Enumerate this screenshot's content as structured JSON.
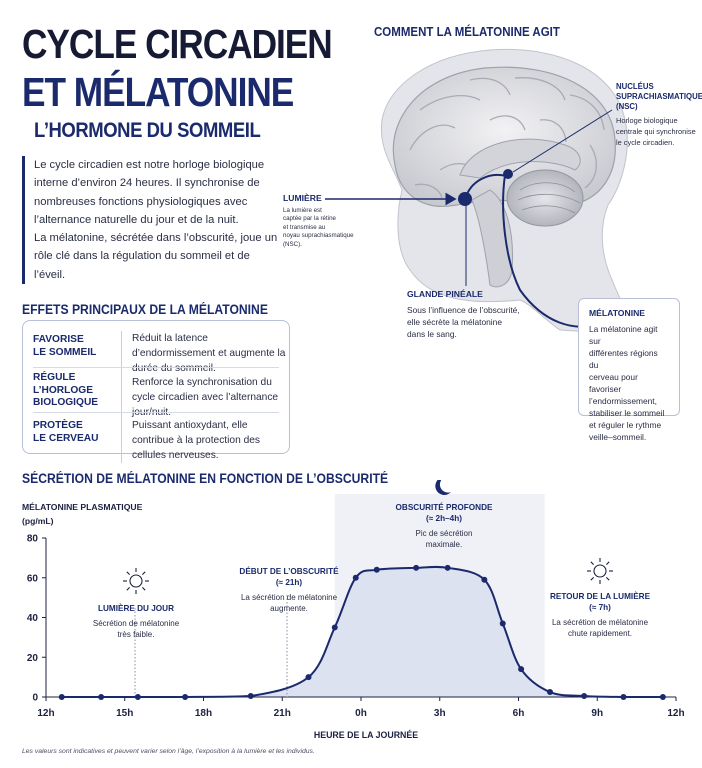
{
  "header": {
    "title_line1": "CYCLE CIRCADIEN",
    "title_line2": "ET MÉLATONINE",
    "subtitle": "L’HORMONE DU SOMMEIL"
  },
  "intro": {
    "paragraph1": "Le cycle circadien est notre horloge biologique interne d’environ 24 heures. Il synchronise de nombreuses fonctions physiologiques avec l’alternance naturelle du jour et de la nuit.",
    "paragraph2": "La mélatonine, sécrétée dans l’obscurité, joue un rôle clé dans la régulation du sommeil et de l’éveil."
  },
  "effects": {
    "title": "EFFETS PRINCIPAUX DE LA MÉLATONINE",
    "items": [
      {
        "key": "FAVORISE\nLE SOMMEIL",
        "value": "Réduit la latence d’endormissement et augmente la durée du sommeil."
      },
      {
        "key": "RÉGULE\nL’HORLOGE\nBIOLOGIQUE",
        "value": "Renforce la synchronisation du cycle circadien avec l’alternance jour/nuit."
      },
      {
        "key": "PROTÈGE\nLE CERVEAU",
        "value": "Puissant antioxydant, elle contribue à la protection des cellules nerveuses."
      }
    ]
  },
  "brain": {
    "title": "COMMENT LA MÉLATONINE AGIT",
    "nsc": {
      "heading": "NUCLÉUS\nSUPRACHIASMATIQUE\n(NSC)",
      "text": "Horloge biologique\ncentrale qui synchronise\nle cycle circadien."
    },
    "lumiere": {
      "heading": "LUMIÈRE",
      "text": "La lumière est\ncaptée par la rétine\net transmise au\nnoyau suprachiasmatique\n(NSC)."
    },
    "pineale": {
      "heading": "GLANDE PINÉALE",
      "text": "Sous l’influence de l’obscurité,\nelle sécrète la mélatonine\ndans le sang."
    },
    "melatonine": {
      "heading": "MÉLATONINE",
      "text": "La mélatonine agit sur\ndifférentes régions du\ncerveau pour favoriser\nl’endormissement,\nstabiliser le sommeil\net réguler le rythme\nveille–sommeil."
    }
  },
  "secretion": {
    "title": "SÉCRÉTION DE MÉLATONINE EN FONCTION DE L’OBSCURITÉ",
    "footnote": "Les valeurs sont indicatives et peuvent varier selon l’âge, l’exposition à la lumière et les individus."
  },
  "chart_data": {
    "type": "area",
    "ylabel": "MÉLATONINE PLASMATIQUE\n(pg/mL)",
    "xlabel": "HEURE DE LA JOURNÉE",
    "ylim": [
      0,
      80
    ],
    "yticks": [
      0,
      20,
      40,
      60,
      80
    ],
    "xlim": [
      12,
      36
    ],
    "xticks": [
      {
        "v": 12,
        "label": "12h"
      },
      {
        "v": 15,
        "label": "15h"
      },
      {
        "v": 18,
        "label": "18h"
      },
      {
        "v": 21,
        "label": "21h"
      },
      {
        "v": 24,
        "label": "0h"
      },
      {
        "v": 27,
        "label": "3h"
      },
      {
        "v": 30,
        "label": "6h"
      },
      {
        "v": 33,
        "label": "9h"
      },
      {
        "v": 36,
        "label": "12h"
      }
    ],
    "x": [
      12.6,
      14.1,
      15.5,
      17.3,
      19.8,
      22.0,
      23.0,
      23.8,
      24.6,
      26.1,
      27.3,
      28.7,
      29.4,
      30.1,
      31.2,
      32.5,
      34.0,
      35.5
    ],
    "y": [
      0,
      0,
      0,
      0,
      0.5,
      10,
      35,
      60,
      64,
      65,
      65,
      59,
      37,
      14,
      2.5,
      0.5,
      0,
      0
    ],
    "highlight": {
      "from": 23.0,
      "to": 31.0
    },
    "grid": false,
    "color": "#1a2a6c",
    "fill": "#dde2f1",
    "annotations": [
      {
        "heading": "LUMIÈRE DU JOUR",
        "text": "Sécrétion de mélatonine\ntrès faible."
      },
      {
        "heading": "DÉBUT DE L’OBSCURITÉ\n(≈ 21h)",
        "text": "La sécrétion de mélatonine\naugmente."
      },
      {
        "heading": "OBSCURITÉ PROFONDE\n(≈ 2h–4h)",
        "text": "Pic de sécrétion\nmaximale."
      },
      {
        "heading": "RETOUR DE LA LUMIÈRE\n(≈ 7h)",
        "text": "La sécrétion de mélatonine\nchute rapidement."
      }
    ]
  }
}
